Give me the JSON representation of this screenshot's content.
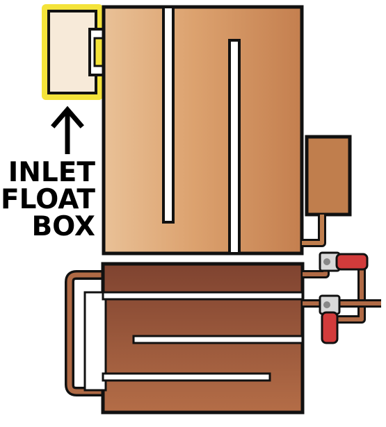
{
  "diagram": {
    "callout_lines": [
      "INLET",
      "FLOAT",
      "BOX"
    ],
    "colors": {
      "outline": "#111111",
      "highlight": "#f5e63a",
      "float_box_fill": "#f7ead9",
      "upper_pan_light": "#e6b987",
      "upper_pan_dark": "#c88a59",
      "side_box": "#c07e4d",
      "lower_pan_top": "#8a4d34",
      "lower_pan_bottom": "#b06a45",
      "valve_handle": "#d23b3b",
      "valve_body": "#d9d9d9"
    }
  }
}
